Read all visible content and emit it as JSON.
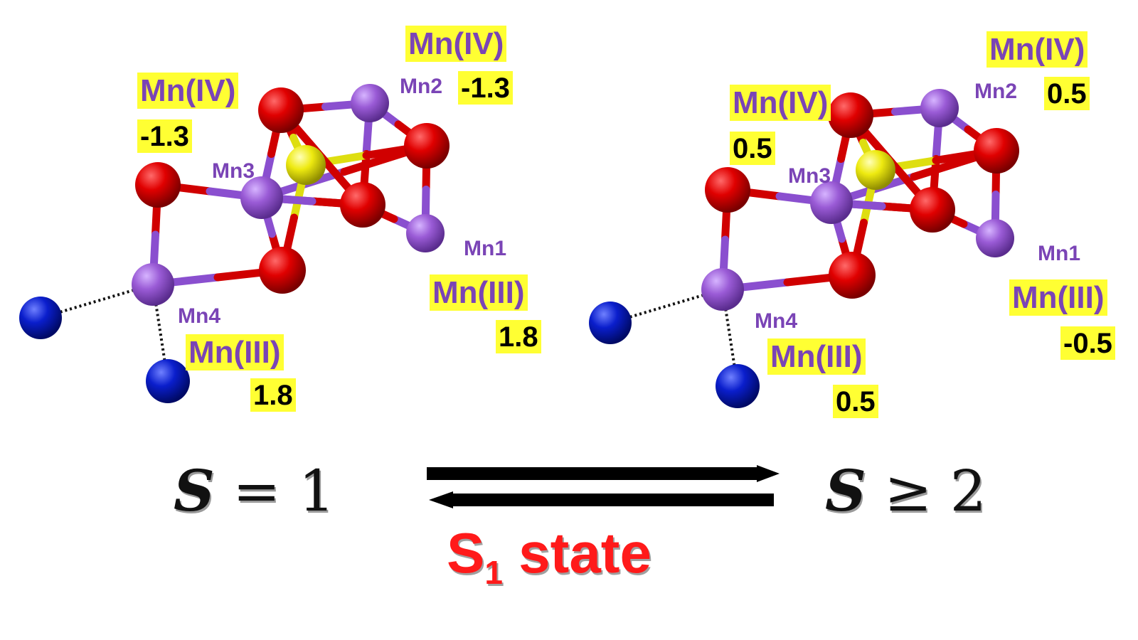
{
  "left": {
    "mn4_ox": "Mn(IV)",
    "mn4_val": "-1.3",
    "mn2_ox": "Mn(IV)",
    "mn2_val": "-1.3",
    "mn1_ox": "Mn(III)",
    "mn1_val": "1.8",
    "mn4b_ox": "Mn(III)",
    "mn4b_val": "1.8",
    "atoms": {
      "mn1": "Mn1",
      "mn2": "Mn2",
      "mn3": "Mn3",
      "mn4": "Mn4"
    },
    "spin_symbol": "S",
    "spin_relation": "=",
    "spin_value": "1"
  },
  "right": {
    "mn3_ox": "Mn(IV)",
    "mn3_val": "0.5",
    "mn2_ox": "Mn(IV)",
    "mn2_val": "0.5",
    "mn1_ox": "Mn(III)",
    "mn1_val": "-0.5",
    "mn4_ox": "Mn(III)",
    "mn4_val": "0.5",
    "atoms": {
      "mn1": "Mn1",
      "mn2": "Mn2",
      "mn3": "Mn3",
      "mn4": "Mn4"
    },
    "spin_symbol": "S",
    "spin_relation": "≥",
    "spin_value": "2"
  },
  "state": {
    "main": "S",
    "sub": "1",
    "word": " state"
  },
  "colors": {
    "oxygen": "#e00000",
    "manganese": "#9a5bd6",
    "calcium": "#f2ee22",
    "water": "#0a1ecc",
    "label_bg": "#ffff33",
    "label_text": "#7a44b6",
    "state_text": "#ff1a1a"
  }
}
